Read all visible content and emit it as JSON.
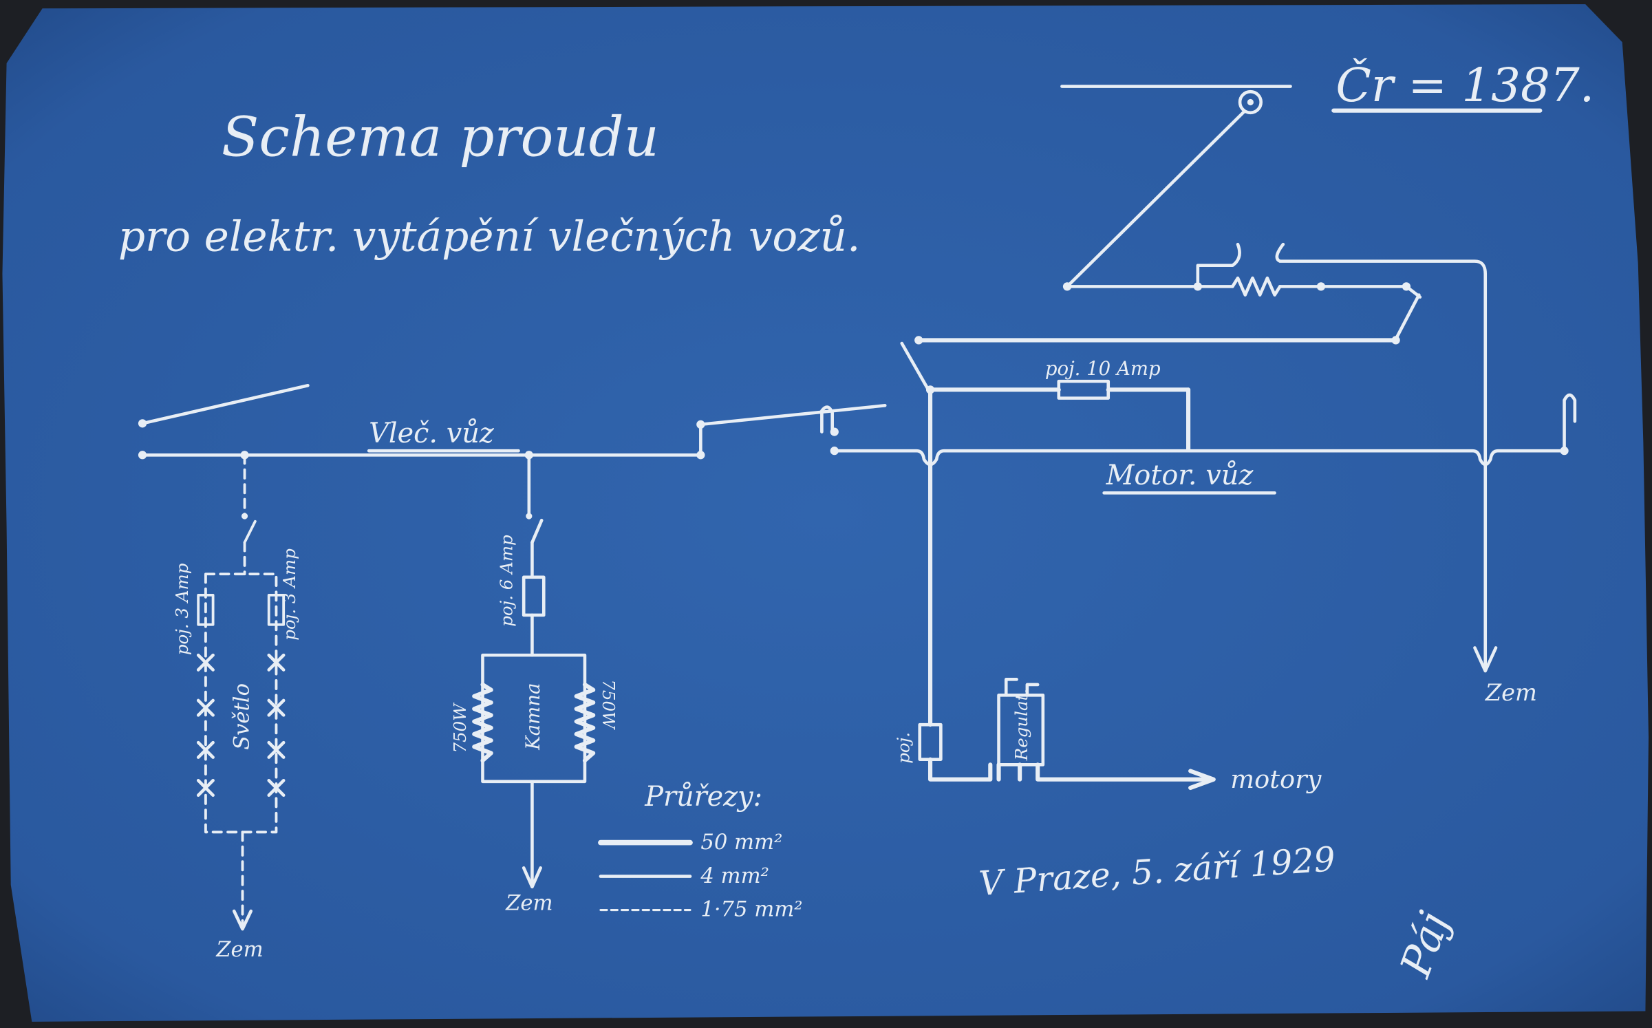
{
  "document": {
    "title": "Schema proudu",
    "subtitle": "pro elektr. vytápění vlečných vozů.",
    "number_label": "Čr = 1387.",
    "date_line": "V Praze, 5. září 1929",
    "signature": "Páj",
    "paper_color": "#2c5da6",
    "ink_color": "#e8eef5"
  },
  "diagram": {
    "trailer_label": "Vleč. vůz",
    "motor_car_label": "Motor. vůz",
    "fuse_10": "poj. 10 Amp",
    "fuse_6": "poj. 6 Amp",
    "fuse_3_left": "poj. 3 Amp",
    "fuse_3_right": "poj. 3 Amp",
    "lights_label": "Světlo",
    "heater_label": "Kamna",
    "heater_power_left": "750W",
    "heater_power_right": "750W",
    "motor_fuse": "poj.",
    "regulator_label": "Regulat.",
    "motors_label": "motory",
    "ground_light": "Zem",
    "ground_heater": "Zem",
    "ground_motor": "Zem"
  },
  "legend": {
    "title": "Průřezy:",
    "items": [
      {
        "style": "thick",
        "label": "50 mm²"
      },
      {
        "style": "medium",
        "label": "4 mm²"
      },
      {
        "style": "dashed",
        "label": "1·75 mm²"
      }
    ]
  }
}
